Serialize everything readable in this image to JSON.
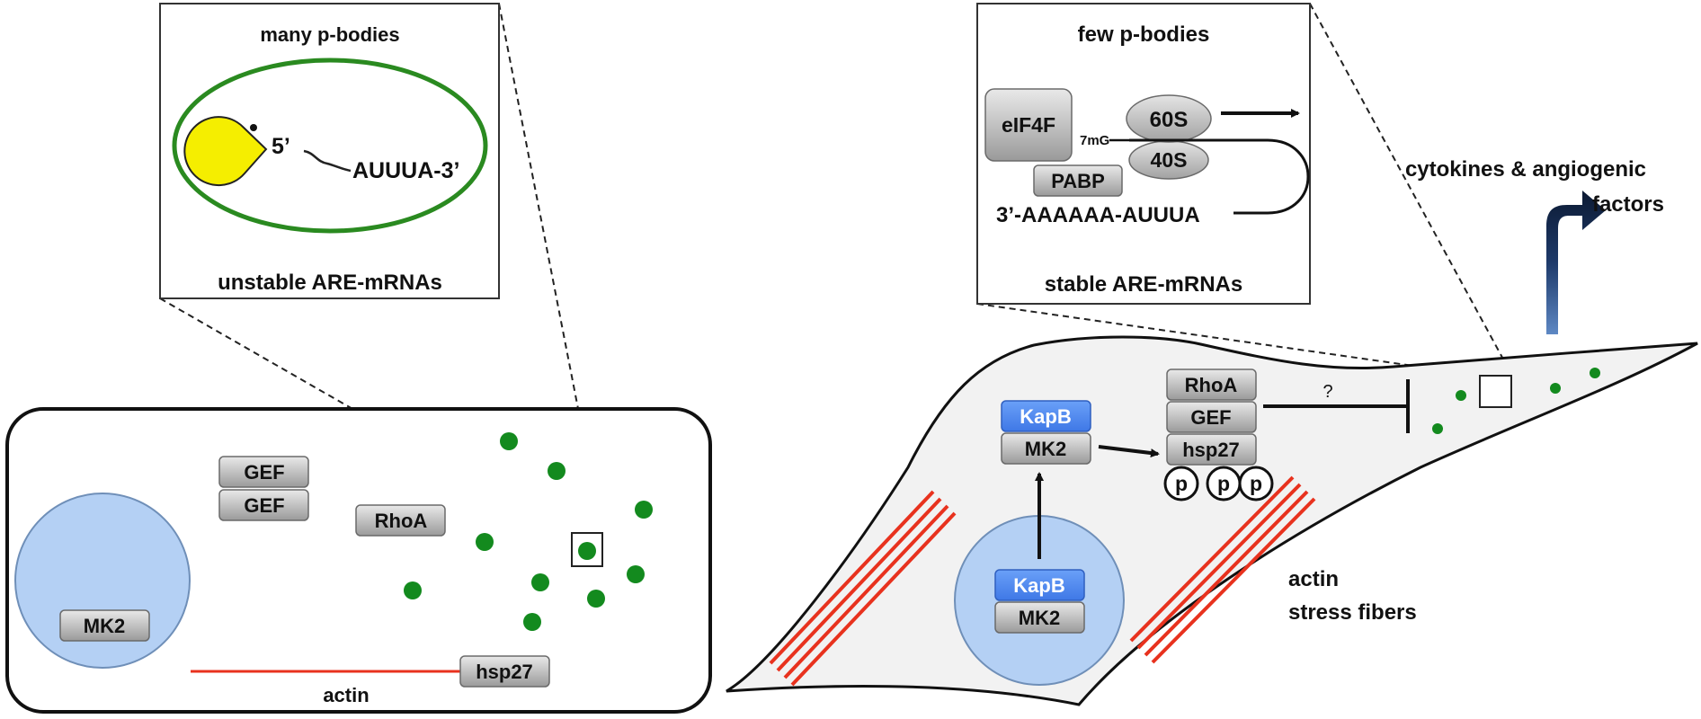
{
  "colors": {
    "gray_box_top": "#e9e9e9",
    "gray_box_bottom": "#9a9a9a",
    "gray_box_stroke": "#6a6a6a",
    "kapb_blue": "#4a86ee",
    "nucleus_fill": "#b4d0f4",
    "nucleus_stroke": "#6f8fb8",
    "pbody_green": "#138a1e",
    "ellipse_green": "#2a8a20",
    "actin_red": "#e8321e",
    "pacman_yellow": "#f5ee00",
    "arrow_dark": "#0c1a33"
  },
  "left_panel": {
    "inset_title": "many p-bodies",
    "five_prime": "5’",
    "mrna_tail": "AUUUA-3’",
    "inset_caption": "unstable ARE-mRNAs",
    "gef_top": "GEF",
    "gef_bottom": "GEF",
    "rhoa": "RhoA",
    "mk2": "MK2",
    "hsp27": "hsp27",
    "actin_label": "actin"
  },
  "right_panel": {
    "inset_title": "few p-bodies",
    "eif4f": "eIF4F",
    "cap": "7mG",
    "ribo_large": "60S",
    "ribo_small": "40S",
    "pabp": "PABP",
    "polya": "3’-AAAAAA-AUUUA",
    "inset_caption": "stable ARE-mRNAs",
    "cytokines_line1": "cytokines & angiogenic",
    "cytokines_line2": "factors",
    "kapb_cyto": "KapB",
    "mk2_cyto": "MK2",
    "kapb_nuc": "KapB",
    "mk2_nuc": "MK2",
    "rhoa": "RhoA",
    "gef": "GEF",
    "hsp27": "hsp27",
    "phospho": [
      "p",
      "p",
      "p"
    ],
    "question": "?",
    "actin_line1": "actin",
    "actin_line2": "stress fibers"
  }
}
